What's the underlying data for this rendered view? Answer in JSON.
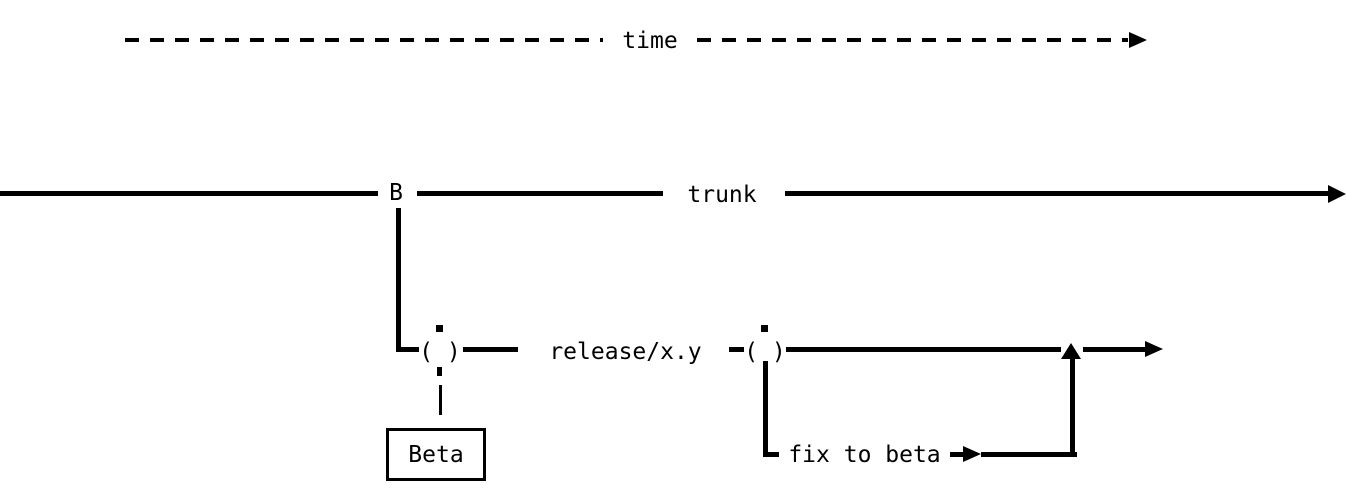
{
  "colors": {
    "foreground": "#000000",
    "background": "#ffffff"
  },
  "time_axis": {
    "label": "time"
  },
  "trunk": {
    "branch_point": "B",
    "label": "trunk"
  },
  "release_branch": {
    "label": "release/x.y",
    "branch_tag_marker": "( )",
    "fix_tag_marker": "( )"
  },
  "beta_box": {
    "label": "Beta"
  },
  "fix_branch": {
    "label": "fix to beta"
  }
}
